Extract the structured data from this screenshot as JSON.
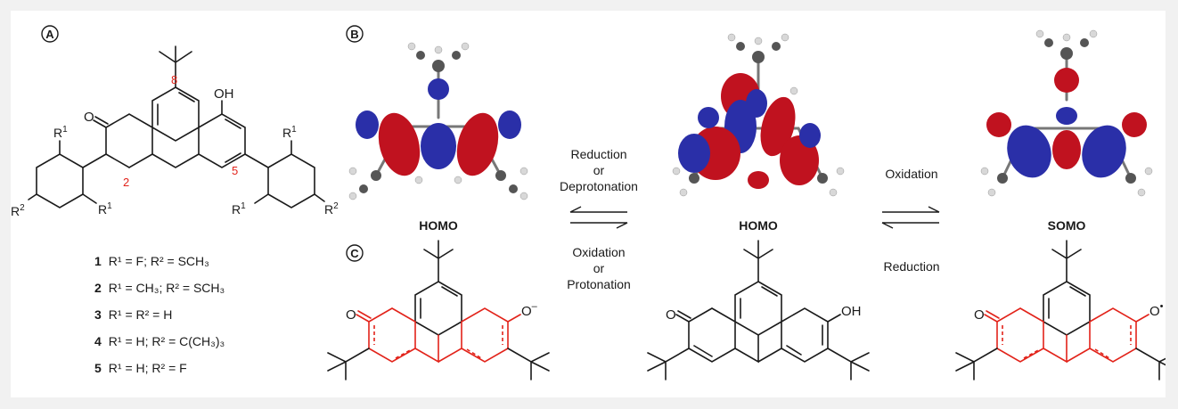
{
  "panels": {
    "a_label": "A",
    "b_label": "B",
    "c_label": "C"
  },
  "structure_a": {
    "atom_o": "O",
    "atom_oh": "OH",
    "pos_8": "8",
    "pos_2": "2",
    "pos_5": "5",
    "r1": "R",
    "r1_sup": "1",
    "r2": "R",
    "r2_sup": "2"
  },
  "compounds": [
    {
      "num": "1",
      "text": "R¹ = F; R² = SCH₃"
    },
    {
      "num": "2",
      "text": "R¹ = CH₃; R² = SCH₃"
    },
    {
      "num": "3",
      "text": "R¹ = R² = H"
    },
    {
      "num": "4",
      "text": "R¹ = H; R² = C(CH₃)₃"
    },
    {
      "num": "5",
      "text": "R¹ = H; R² = F"
    }
  ],
  "orbitals": {
    "left": "HOMO",
    "middle": "HOMO",
    "right": "SOMO"
  },
  "equilibria": {
    "left_top_1": "Reduction",
    "left_top_2": "or",
    "left_top_3": "Deprotonation",
    "left_bottom_1": "Oxidation",
    "left_bottom_2": "or",
    "left_bottom_3": "Protonation",
    "right_top": "Oxidation",
    "right_bottom": "Reduction"
  },
  "structures_c": {
    "left_o": "O",
    "left_o_charge": "–",
    "mid_o": "O",
    "mid_oh": "OH",
    "right_o": "O",
    "right_dot": "•"
  },
  "colors": {
    "highlight_red": "#e2231a",
    "orbital_red": "#c0121f",
    "orbital_blue": "#2a2fa8"
  }
}
